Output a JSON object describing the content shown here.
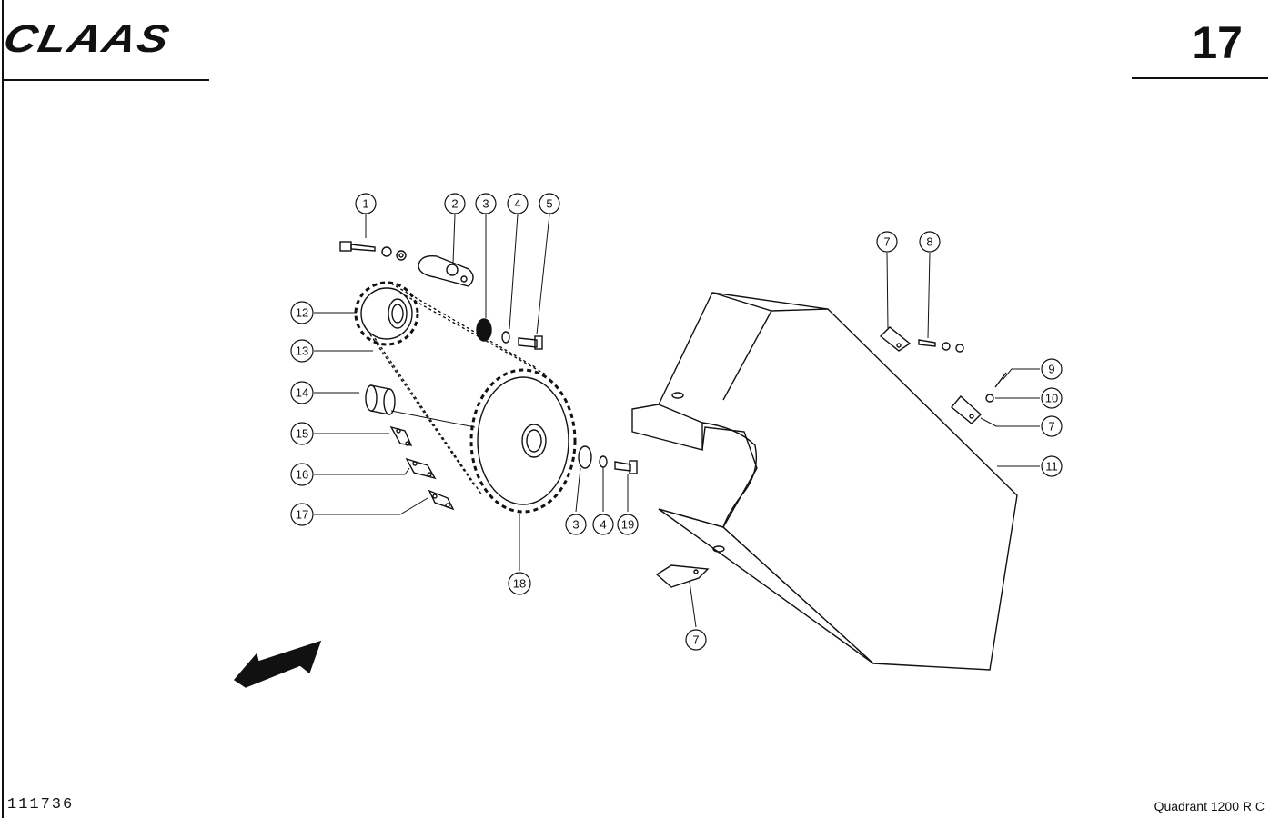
{
  "header": {
    "logo": "CLAAS",
    "page_number": "17"
  },
  "footer": {
    "drawing_number": "111736",
    "model": "Quadrant  1200 R C"
  },
  "callouts": [
    {
      "id": "c1",
      "label": "1"
    },
    {
      "id": "c2",
      "label": "2"
    },
    {
      "id": "c3a",
      "label": "3"
    },
    {
      "id": "c4a",
      "label": "4"
    },
    {
      "id": "c5",
      "label": "5"
    },
    {
      "id": "c7a",
      "label": "7"
    },
    {
      "id": "c8",
      "label": "8"
    },
    {
      "id": "c9",
      "label": "9"
    },
    {
      "id": "c10",
      "label": "10"
    },
    {
      "id": "c7b",
      "label": "7"
    },
    {
      "id": "c11",
      "label": "11"
    },
    {
      "id": "c12",
      "label": "12"
    },
    {
      "id": "c13",
      "label": "13"
    },
    {
      "id": "c14",
      "label": "14"
    },
    {
      "id": "c15",
      "label": "15"
    },
    {
      "id": "c16",
      "label": "16"
    },
    {
      "id": "c17",
      "label": "17"
    },
    {
      "id": "c3b",
      "label": "3"
    },
    {
      "id": "c4b",
      "label": "4"
    },
    {
      "id": "c19",
      "label": "19"
    },
    {
      "id": "c18",
      "label": "18"
    },
    {
      "id": "c7c",
      "label": "7"
    }
  ]
}
